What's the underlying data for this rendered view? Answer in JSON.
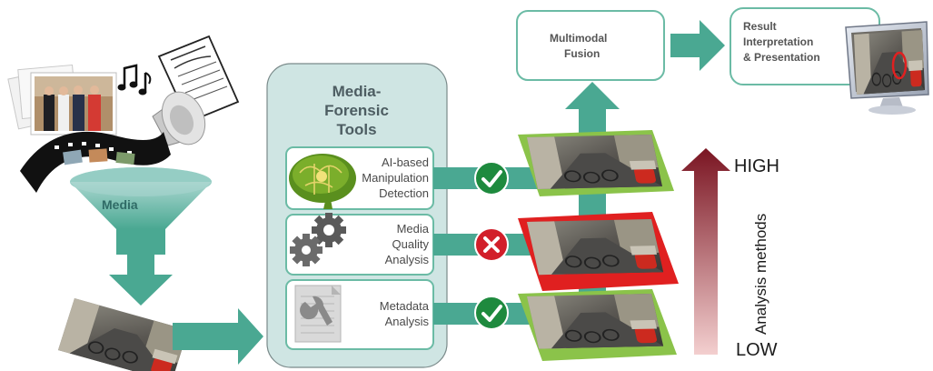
{
  "media_label": "Media",
  "tools_panel": {
    "title_lines": [
      "Media-",
      "Forensic",
      "Tools"
    ],
    "tools": [
      {
        "label_lines": [
          "AI-based",
          "Manipulation",
          "Detection"
        ],
        "result": "pass",
        "icon": "brain-icon"
      },
      {
        "label_lines": [
          "Media",
          "Quality",
          "Analysis"
        ],
        "result": "fail",
        "icon": "gears-icon"
      },
      {
        "label_lines": [
          "Metadata",
          "Analysis"
        ],
        "result": "pass",
        "icon": "wrench-document-icon"
      }
    ]
  },
  "fusion_box": {
    "label_lines": [
      "Multimodal",
      "Fusion"
    ]
  },
  "result_box": {
    "label_lines": [
      "Result",
      "Interpretation",
      "& Presentation"
    ]
  },
  "scale": {
    "high": "HIGH",
    "low": "LOW",
    "axis_label": "Analysis methods"
  },
  "colors": {
    "teal": "#4aa892",
    "panel_fill": "#cfe5e3",
    "box_border": "#6bbba5",
    "pass": "#1e8a3e",
    "fail": "#d21f2a",
    "frame_pass": "#8bc34a",
    "frame_fail": "#e02020",
    "scale_dark": "#7a1522",
    "scale_light": "#f1c9c9"
  }
}
